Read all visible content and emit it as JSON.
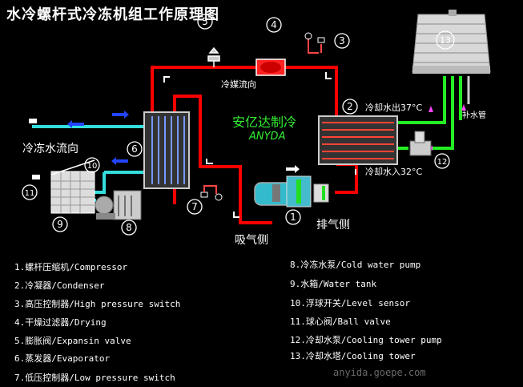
{
  "title": "水冷螺杆式冷冻机组工作原理图",
  "brand": {
    "name_cn": "安亿达制冷",
    "name_en": "ANYDA",
    "color": "#33ee33"
  },
  "labels": {
    "refrigerant_flow": "冷媒流向",
    "chilled_water_flow": "冷冻水流向",
    "cooling_water_out": "冷却水出37°C",
    "cooling_water_in": "冷却水入32°C",
    "makeup_water": "补水管",
    "suction_side": "吸气侧",
    "discharge_side": "排气侧"
  },
  "markers": [
    "1",
    "2",
    "3",
    "4",
    "5",
    "6",
    "7",
    "8",
    "9",
    "10",
    "11",
    "12",
    "13"
  ],
  "legend_left": [
    "1.螺杆压缩机/Compressor",
    "2.冷凝器/Condenser",
    "3.高压控制器/High pressure switch",
    "4.干燥过滤器/Drying",
    "5.膨胀阀/Expansin valve",
    "6.蒸发器/Evaporator",
    "7.低压控制器/Low pressure switch"
  ],
  "legend_right": [
    "8.冷冻水泵/Cold water pump",
    "9.水箱/Water tank",
    "10.浮球开关/Level sensor",
    "11.球心阀/Ball valve",
    "12.冷却水泵/Cooling tower pump",
    "13.冷却水塔/Cooling tower"
  ],
  "footer": "anyida.goepe.com",
  "colors": {
    "refrigerant": "#ff0000",
    "chilled_water": "#33dddd",
    "cooling_water": "#22ee22",
    "arrow_blue": "#2244ff",
    "arrow_magenta": "#ff44ff"
  }
}
